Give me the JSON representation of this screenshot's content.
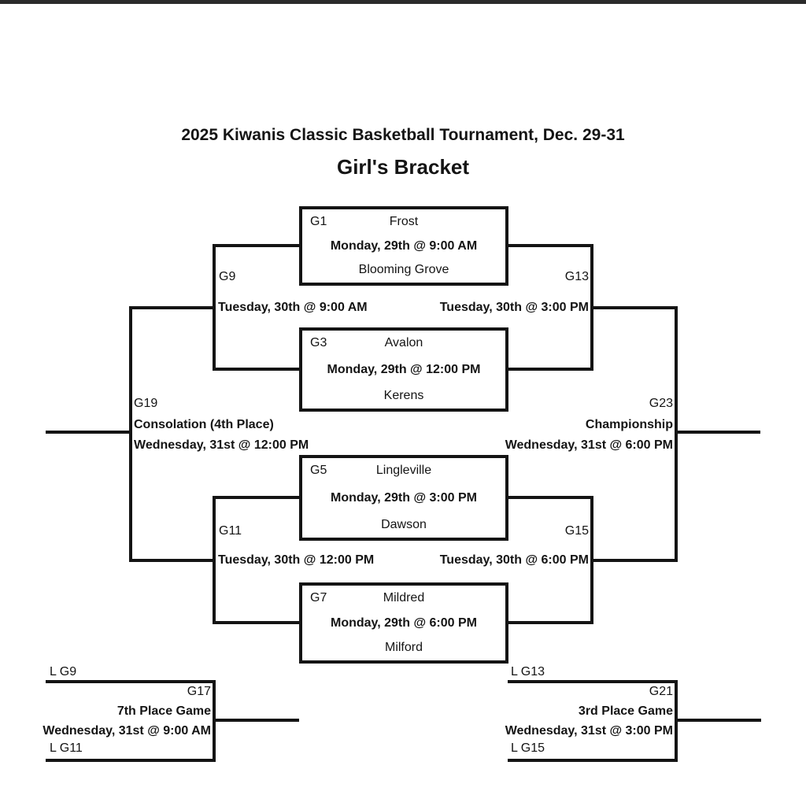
{
  "header": {
    "title": "2025 Kiwanis Classic Basketball Tournament, Dec. 29-31",
    "subtitle": "Girl's Bracket"
  },
  "colors": {
    "line": "#141414",
    "text": "#141414",
    "top_bar": "#2b2b2b",
    "background": "#ffffff"
  },
  "round1": [
    {
      "id": "G1",
      "top_team": "Frost",
      "datetime": "Monday, 29th @ 9:00 AM",
      "bottom_team": "Blooming Grove"
    },
    {
      "id": "G3",
      "top_team": "Avalon",
      "datetime": "Monday, 29th @ 12:00 PM",
      "bottom_team": "Kerens"
    },
    {
      "id": "G5",
      "top_team": "Lingleville",
      "datetime": "Monday, 29th @ 3:00 PM",
      "bottom_team": "Dawson"
    },
    {
      "id": "G7",
      "top_team": "Mildred",
      "datetime": "Monday, 29th @ 6:00 PM",
      "bottom_team": "Milford"
    }
  ],
  "round2": [
    {
      "id": "G9",
      "datetime": "Tuesday, 30th @ 9:00 AM"
    },
    {
      "id": "G11",
      "datetime": "Tuesday, 30th @ 12:00 PM"
    },
    {
      "id": "G13",
      "datetime": "Tuesday, 30th @ 3:00 PM"
    },
    {
      "id": "G15",
      "datetime": "Tuesday, 30th @ 6:00 PM"
    }
  ],
  "finals": {
    "consolation": {
      "id": "G19",
      "name": "Consolation (4th Place)",
      "datetime": "Wednesday, 31st @ 12:00 PM"
    },
    "championship": {
      "id": "G23",
      "name": "Championship",
      "datetime": "Wednesday, 31st @ 6:00 PM"
    }
  },
  "placement": {
    "seventh": {
      "id": "G17",
      "name": "7th Place Game",
      "datetime": "Wednesday, 31st @ 9:00 AM",
      "top_feeder": "L G9",
      "bottom_feeder": "L G11"
    },
    "third": {
      "id": "G21",
      "name": "3rd Place Game",
      "datetime": "Wednesday, 31st @ 3:00 PM",
      "top_feeder": "L G13",
      "bottom_feeder": "L G15"
    }
  }
}
